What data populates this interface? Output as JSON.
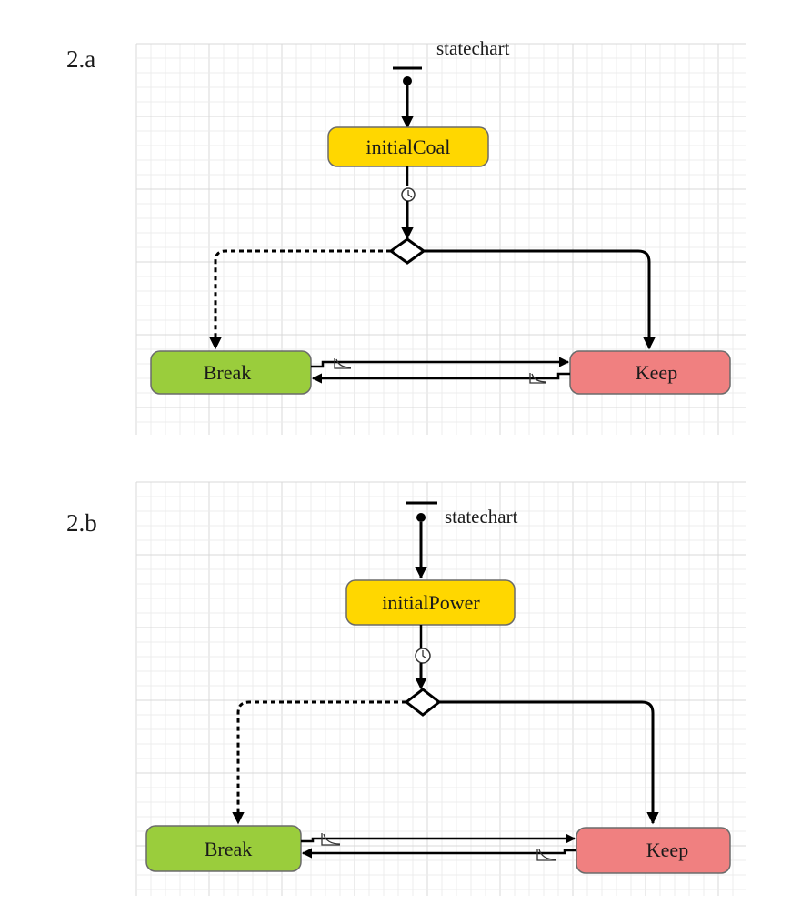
{
  "panels": [
    {
      "label": "2.a",
      "statechart_label": "statechart",
      "initial_state": "initialCoal",
      "state_left": "Break",
      "state_right": "Keep"
    },
    {
      "label": "2.b",
      "statechart_label": "statechart",
      "initial_state": "initialPower",
      "state_left": "Break",
      "state_right": "Keep"
    }
  ],
  "colors": {
    "initial_fill": "#ffd700",
    "break_fill": "#9acd3c",
    "keep_fill": "#f08080",
    "state_stroke": "#6b6b6b",
    "grid": "#e0e0e0"
  },
  "icons": [
    "timer-icon",
    "rate-trigger-icon"
  ]
}
